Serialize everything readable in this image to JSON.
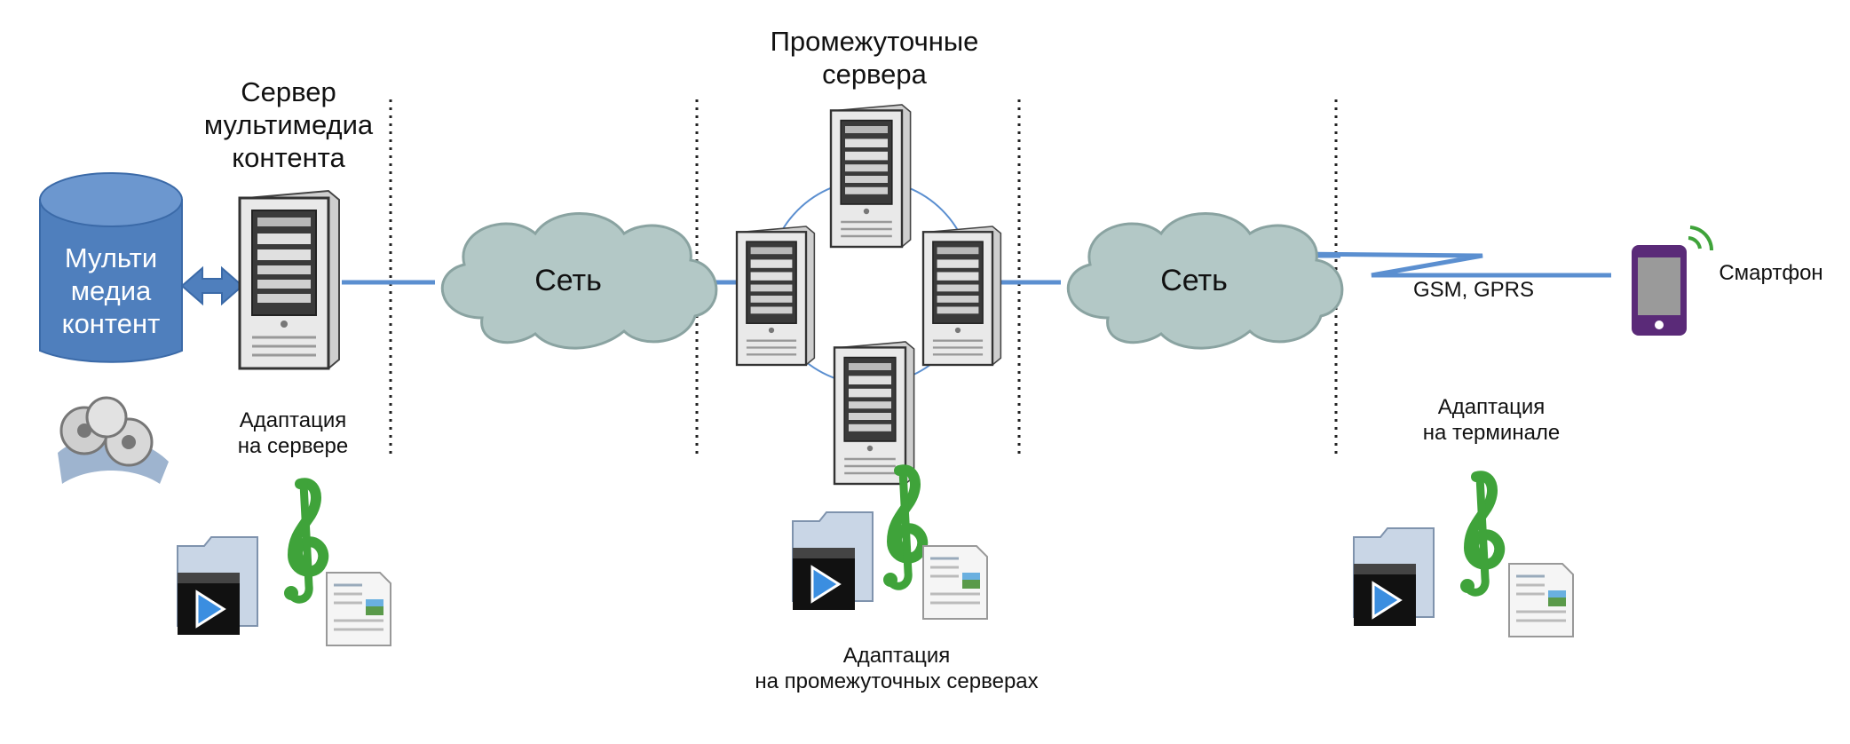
{
  "labels": {
    "media_content": "Мульти\nмедиа\nконтент",
    "content_server": "Сервер\nмультимедиа\nконтента",
    "intermediate_servers": "Промежуточные\nсервера",
    "adapt_server": "Адаптация\nна сервере",
    "adapt_intermediate": "Адаптация\nна промежуточных серверах",
    "adapt_terminal": "Адаптация\nна терминале",
    "network_left": "Сеть",
    "network_right": "Сеть",
    "link_type": "GSM, GPRS",
    "smartphone": "Смартфон"
  },
  "colors": {
    "db_fill": "#4f7fbd",
    "line": "#5b8fd0",
    "cloud_fill": "#b3c8c6",
    "cloud_stroke": "#8aa3a1",
    "phone_body": "#5a2a78",
    "music_note": "#3fa33a",
    "db_text": "#ffffff"
  },
  "icons": {
    "database": "database-cylinder-icon",
    "server": "tower-server-icon",
    "cloud": "cloud-icon",
    "phone": "smartphone-icon",
    "film": "film-reels-icon",
    "video": "video-folder-icon",
    "music": "music-note-icon",
    "document": "document-icon"
  }
}
